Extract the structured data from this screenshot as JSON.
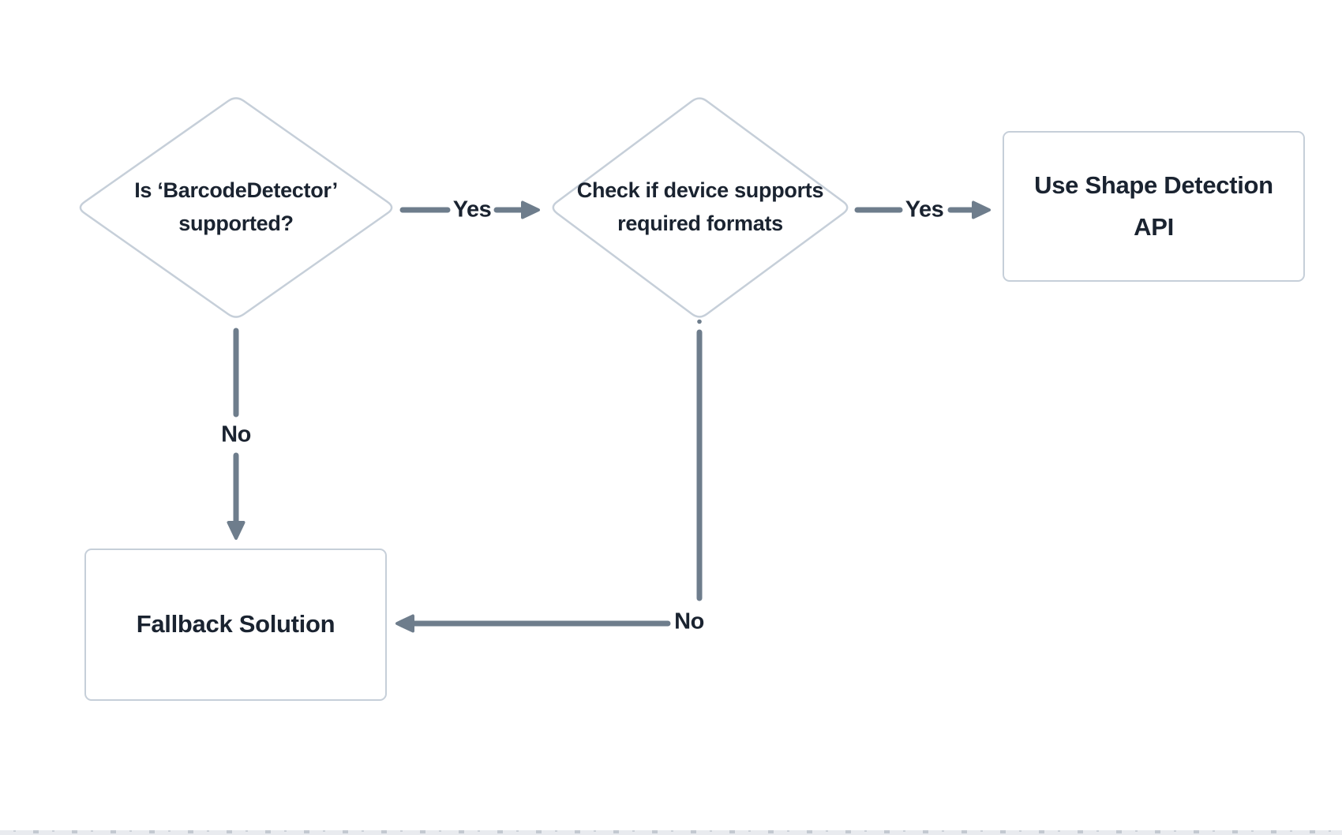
{
  "figure": {
    "type": "flowchart",
    "background": "#ffffff",
    "colors": {
      "shape_border": "#c6cfd9",
      "connector": "#6e7d8c",
      "text": "#1a2330",
      "ruler_band": "#e9ebef",
      "ruler_tick": "#c3c9d1"
    },
    "nodes": [
      {
        "id": "check-barcodedetector",
        "type": "decision",
        "label": "Is ‘BarcodeDetector’ supported?"
      },
      {
        "id": "check-formats",
        "type": "decision",
        "label": "Check if device supports required formats"
      },
      {
        "id": "use-shape-detection",
        "type": "process",
        "label": "Use Shape Detection API"
      },
      {
        "id": "fallback-solution",
        "type": "process",
        "label": "Fallback Solution"
      }
    ],
    "edges": [
      {
        "id": "barcodedetector-yes",
        "from": "check-barcodedetector",
        "to": "check-formats",
        "label": "Yes"
      },
      {
        "id": "formats-yes",
        "from": "check-formats",
        "to": "use-shape-detection",
        "label": "Yes"
      },
      {
        "id": "barcodedetector-no",
        "from": "check-barcodedetector",
        "to": "fallback-solution",
        "label": "No"
      },
      {
        "id": "formats-no",
        "from": "check-formats",
        "to": "fallback-solution",
        "label": "No"
      }
    ]
  }
}
